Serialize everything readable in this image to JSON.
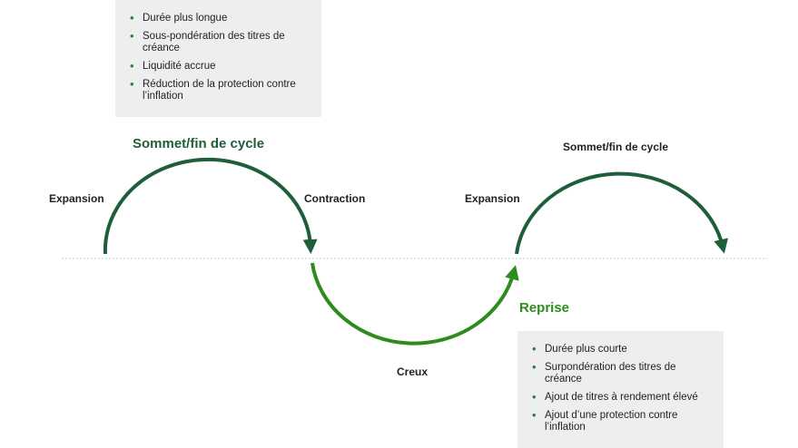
{
  "colors": {
    "dark_green": "#1e5e3a",
    "bright_green": "#2e8b1e",
    "box_bg": "#eeeeee"
  },
  "top_box": {
    "items": [
      "Durée plus longue",
      "Sous-pondération des titres de créance",
      "Liquidité accrue",
      "Réduction de la protection contre l’inflation"
    ]
  },
  "bottom_box": {
    "items": [
      "Durée plus courte",
      "Surpondération des titres de créance",
      "Ajout de titres à rendement élevé",
      "Ajout d’une protection contre l’inflation"
    ]
  },
  "labels": {
    "peak_1": "Sommet/fin de cycle",
    "expansion_1": "Expansion",
    "contraction": "Contraction",
    "trough": "Creux",
    "expansion_2": "Expansion",
    "peak_2": "Sommet/fin de cycle",
    "recovery": "Reprise"
  }
}
